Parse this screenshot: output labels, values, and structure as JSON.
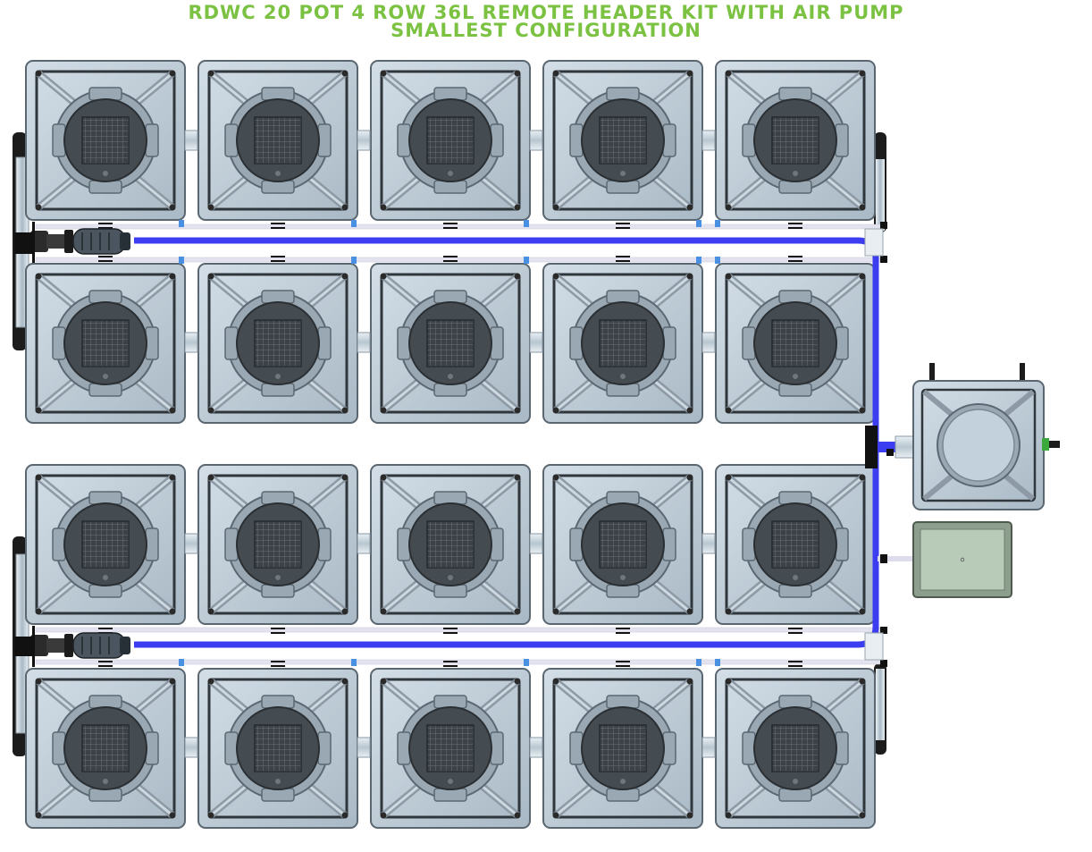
{
  "title": {
    "line1": "RDWC 20 POT 4 ROW 36L REMOTE HEADER KIT WITH AIR PUMP",
    "line2": "SMALLEST CONFIGURATION"
  },
  "colors": {
    "title_green": "#7cc242",
    "pot_body": "#bccbd6",
    "pot_dark": "#2a2a2a",
    "net_cup": "#3e4449",
    "hose_blue": "#3c3cf0",
    "connector_blue": "#4a90e2",
    "air_pipe": "#dcdcec",
    "control_box": "#b8cbb8"
  },
  "icons": {
    "pot": "grow-pot-icon",
    "pump": "water-pump-icon",
    "header": "header-tank-icon",
    "controller": "controller-box-icon"
  },
  "layout_counts": {
    "rows": 4,
    "pots_per_row": 5
  }
}
